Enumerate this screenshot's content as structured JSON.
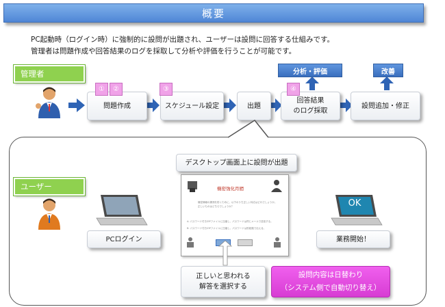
{
  "title": "概要",
  "intro": {
    "line1": "PC起動時（ログイン時）に強制的に設問が出題され、ユーザーは設問に回答する仕組みです。",
    "line2": "管理者は問題作成や回答結果のログを採取して分析や評価を行うことが可能です。"
  },
  "admin": {
    "label": "管理者",
    "steps": [
      {
        "label": "問題作成",
        "badges": [
          "①",
          "②"
        ]
      },
      {
        "label": "スケジュール設定",
        "badges": [
          "③"
        ]
      },
      {
        "label": "出題",
        "badges": []
      },
      {
        "label_line1": "回答結果",
        "label_line2": "のログ採取",
        "badges": [
          "④"
        ]
      },
      {
        "label": "設問追加・修正",
        "badges": []
      }
    ],
    "tags": {
      "analysis": "分析・評価",
      "improve": "改善"
    }
  },
  "user": {
    "label": "ユーザー",
    "pc_login": "PCログイン",
    "desktop_caption": "デスクトップ画面上に設問が出題",
    "screen": {
      "title": "機密強化月間",
      "question1": "機密情報の漏洩を防ぐために、以下のうち正しい対応はどれでしょうか。",
      "question2": "正しいものはどちらでしょうか？",
      "option_a": "A: パスワード付きZIPファイルに圧縮し、パスワードは同じメールで送信する。",
      "option_b": "B: パスワード付きZIPファイルに圧縮し、パスワードは別経路で伝える。"
    },
    "select_line1": "正しいと思われる",
    "select_line2": "解答を選択する",
    "ok_text": "OK",
    "work_start": "業務開始！",
    "daily_line1": "設問内容は日替わり",
    "daily_line2": "（システム側で自動切り替え）"
  },
  "colors": {
    "banner": "#5b8fdc",
    "role": "#8fd14f",
    "arrow": "#2f64b5",
    "pink": "#e64ae3"
  }
}
